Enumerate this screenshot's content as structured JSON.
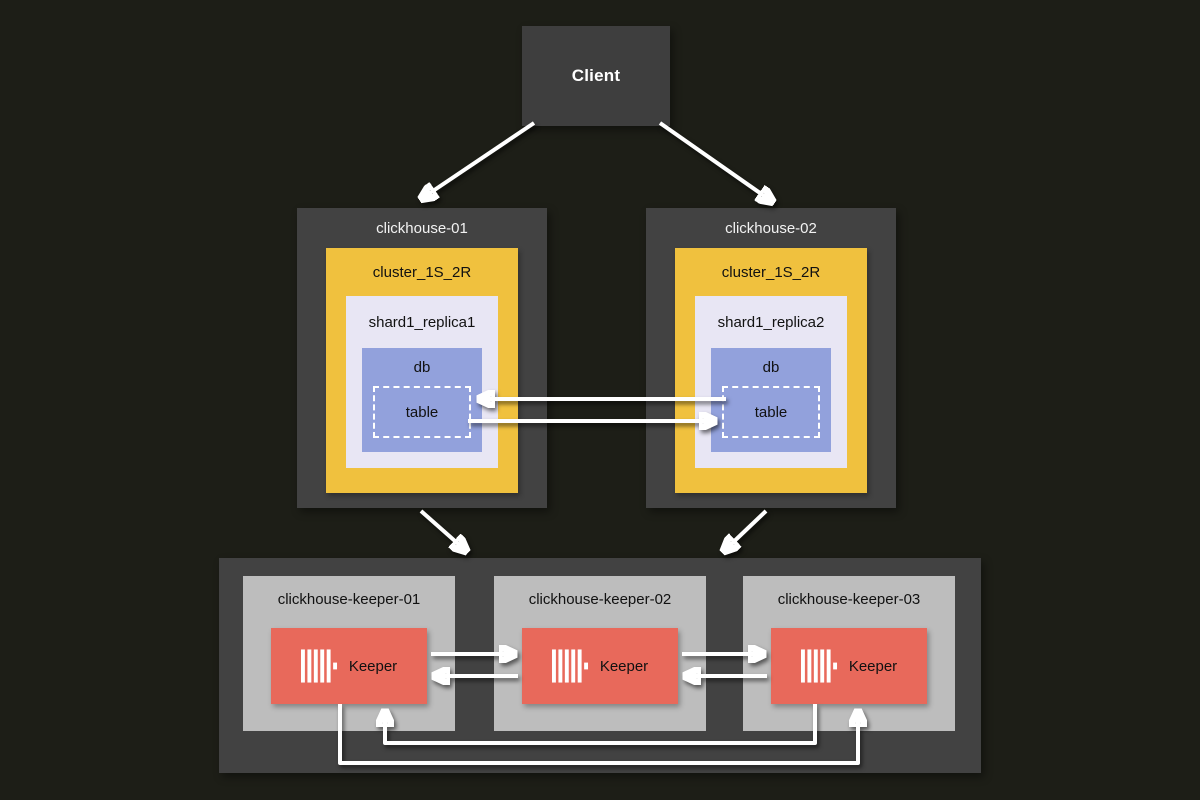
{
  "client": {
    "label": "Client"
  },
  "nodes": [
    {
      "title": "clickhouse-01",
      "cluster": "cluster_1S_2R",
      "replica": "shard1_replica1",
      "db": "db",
      "table": "table"
    },
    {
      "title": "clickhouse-02",
      "cluster": "cluster_1S_2R",
      "replica": "shard1_replica2",
      "db": "db",
      "table": "table"
    }
  ],
  "keepers": [
    {
      "title": "clickhouse-keeper-01",
      "label": "Keeper"
    },
    {
      "title": "clickhouse-keeper-02",
      "label": "Keeper"
    },
    {
      "title": "clickhouse-keeper-03",
      "label": "Keeper"
    }
  ],
  "colors": {
    "background": "#1d1e17",
    "node_gray": "#424242",
    "client_gray": "#3e3e3e",
    "cluster_yellow": "#f0c13e",
    "replica_lavender": "#e8e6f4",
    "db_blue": "#92a1dc",
    "keeper_node_gray": "#bdbdbd",
    "keeper_red": "#e8695b",
    "arrow": "#ffffff"
  }
}
